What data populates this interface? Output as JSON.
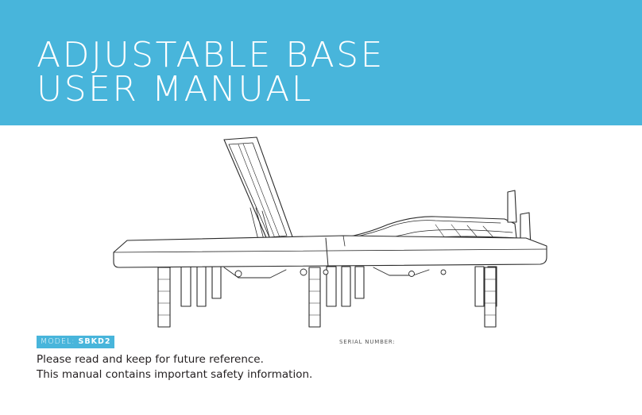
{
  "header": {
    "title_line1": "ADJUSTABLE BASE",
    "title_line2": "USER MANUAL",
    "background_color": "#48b5db"
  },
  "illustration": {
    "icon": "adjustable-bed-base-illustration"
  },
  "model": {
    "label": "MODEL:",
    "value": "SBKD2"
  },
  "serial": {
    "label": "SERIAL NUMBER:"
  },
  "notes": {
    "line1": "Please read and keep for future reference.",
    "line2": "This manual contains important safety information."
  }
}
